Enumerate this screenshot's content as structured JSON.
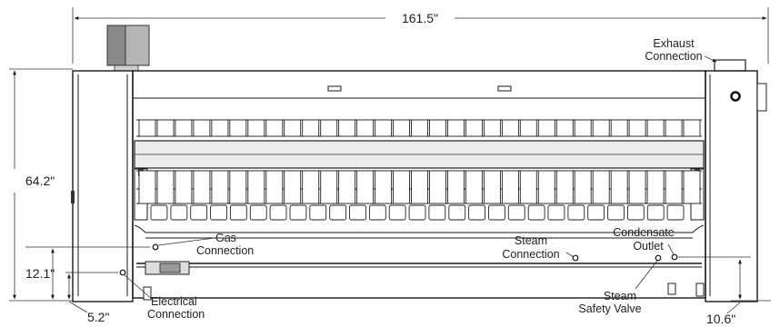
{
  "dimensions": {
    "width": "161.5\"",
    "height": "64.2\"",
    "gas_height": "12.1\"",
    "electrical_height": "5.2\"",
    "condensate_height": "10.6\""
  },
  "callouts": {
    "exhaust": [
      "Exhaust",
      "Connection"
    ],
    "gas": [
      "Gas",
      "Connection"
    ],
    "steam": [
      "Steam",
      "Connection"
    ],
    "condensate": [
      "Condensate",
      "Outlet"
    ],
    "electrical": [
      "Electrical",
      "Connection"
    ],
    "safety_valve": [
      "Steam",
      "Safety Valve"
    ]
  },
  "colors": {
    "line": "#1a1a1a",
    "panel": "#ececec",
    "hopper": "#8a8a8a"
  }
}
